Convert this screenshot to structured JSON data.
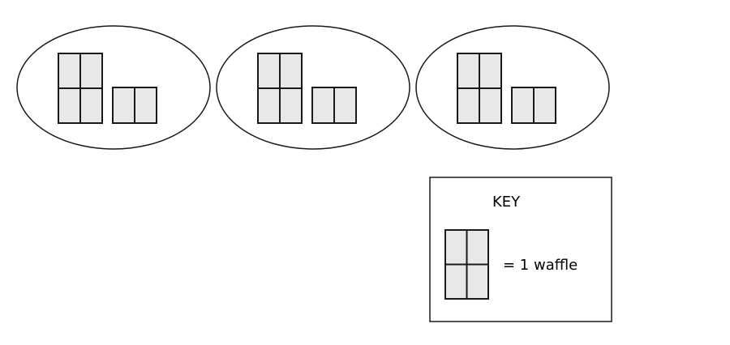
{
  "groups": [
    {
      "whole_waffles": 1,
      "quarter_pieces": 2
    },
    {
      "whole_waffles": 1,
      "quarter_pieces": 2
    },
    {
      "whole_waffles": 1,
      "quarter_pieces": 2
    }
  ],
  "key": {
    "title": "KEY",
    "label": "= 1 waffle"
  },
  "colors": {
    "fill": "#e8e8e8",
    "stroke": "#1a1a1a",
    "background": "#ffffff"
  }
}
